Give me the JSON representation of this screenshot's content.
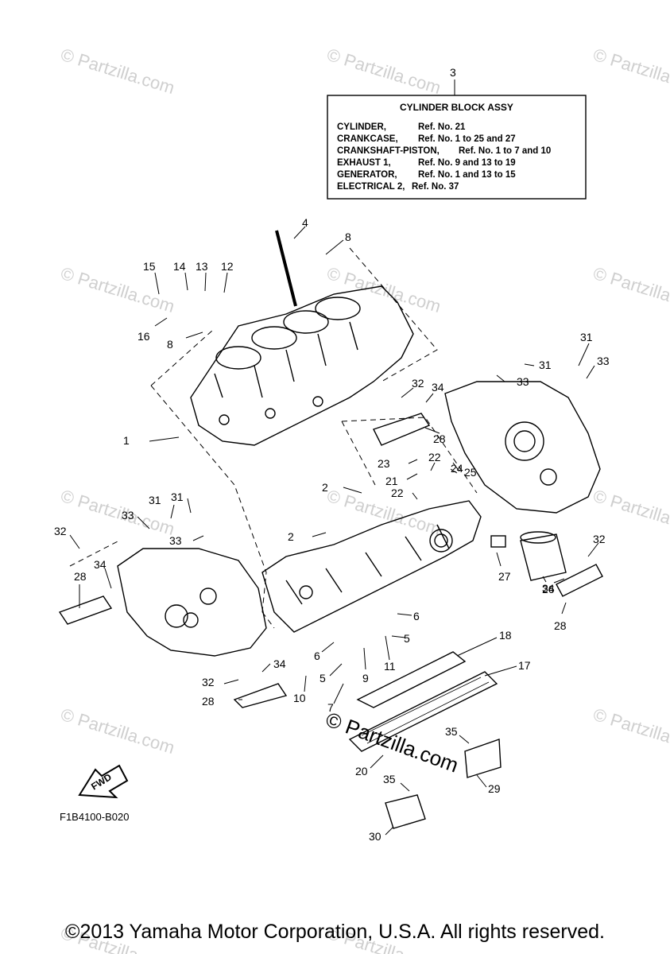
{
  "legend": {
    "ref": "3",
    "title": "CYLINDER BLOCK ASSY",
    "rows": [
      {
        "name": "CYLINDER,",
        "value": "Ref. No. 21"
      },
      {
        "name": "CRANKCASE,",
        "value": "Ref. No. 1 to 25 and 27"
      },
      {
        "name": "CRANKSHAFT-PISTON,",
        "value": "Ref. No. 1 to 7 and 10"
      },
      {
        "name": "EXHAUST 1,",
        "value": "Ref. No. 9 and 13 to 19"
      },
      {
        "name": "GENERATOR,",
        "value": "Ref. No. 1 and 13 to 15"
      },
      {
        "name": "ELECTRICAL 2,",
        "value": "Ref. No. 37"
      }
    ]
  },
  "callouts": [
    "4",
    "8",
    "15",
    "14",
    "13",
    "12",
    "16",
    "8",
    "1",
    "31",
    "33",
    "31",
    "33",
    "32",
    "34",
    "28",
    "23",
    "22",
    "24",
    "21",
    "25",
    "2",
    "22",
    "2",
    "31",
    "33",
    "31",
    "33",
    "32",
    "28",
    "34",
    "32",
    "34",
    "28",
    "27",
    "26",
    "6",
    "5",
    "6",
    "18",
    "5",
    "9",
    "11",
    "17",
    "10",
    "7",
    "34",
    "32",
    "28",
    "35",
    "20",
    "29",
    "35",
    "30"
  ],
  "fwd_label": "FWD",
  "drawing_code": "F1B4100-B020",
  "watermark_text": "© Partzilla.com",
  "copyright": "©2013 Yamaha Motor Corporation, U.S.A. All rights reserved."
}
